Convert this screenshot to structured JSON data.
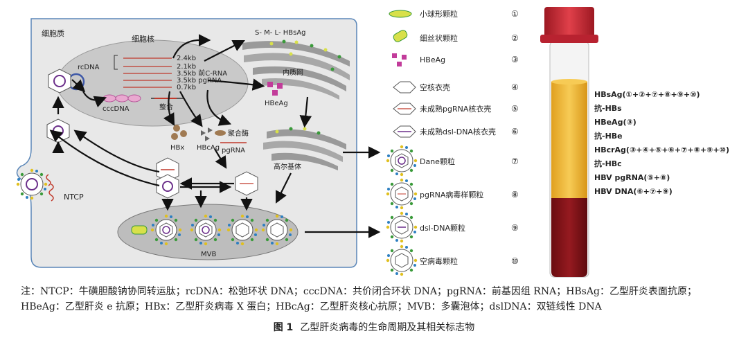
{
  "cell": {
    "cytoplasm_label": "细胞质",
    "nucleus_label": "细胞核",
    "rcdna_label": "rcDNA",
    "cccdna_label": "cccDNA",
    "integration_label": "整合",
    "transcripts": [
      "2.4kb",
      "2.1kb",
      "3.5kb 前C-RNA",
      "3.5kb pgRNA",
      "0.7kb"
    ],
    "surface_label": "S-  M-  L- HBsAg",
    "er_label": "内质网",
    "hbeag_label": "HBeAg",
    "hbx_label": "HBx",
    "hbcag_label": "HBcAg",
    "polymerase_label": "聚合酶",
    "pgrna_label": "pgRNA",
    "golgi_label": "高尔基体",
    "mvb_label": "MVB",
    "ntcp_label": "NTCP"
  },
  "legend": [
    {
      "label": "小球形颗粒",
      "num": "①"
    },
    {
      "label": "细丝状颗粒",
      "num": "②"
    },
    {
      "label": "HBeAg",
      "num": "③"
    },
    {
      "label": "空核衣壳",
      "num": "④"
    },
    {
      "label": "未成熟pgRNA核衣壳",
      "num": "⑤"
    },
    {
      "label": "未成熟dsl-DNA核衣壳",
      "num": "⑥"
    },
    {
      "label": "Dane颗粒",
      "num": "⑦"
    },
    {
      "label": "pgRNA病毒样颗粒",
      "num": "⑧"
    },
    {
      "label": "dsl-DNA颗粒",
      "num": "⑨"
    },
    {
      "label": "空病毒颗粒",
      "num": "⑩"
    }
  ],
  "markers": [
    "HBsAg(①+②+⑦+⑧+⑨+⑩)",
    "抗-HBs",
    "HBeAg(③)",
    "抗-HBe",
    "HBcrAg(③+④+⑤+⑥+⑦+⑧+⑨+⑩)",
    "抗-HBc",
    "HBV pgRNA(⑤+⑧)",
    "HBV DNA(⑥+⑦+⑨)"
  ],
  "note": "注：NTCP：牛磺胆酸钠协同转运肽；rcDNA：松弛环状 DNA；cccDNA：共价闭合环状 DNA；pgRNA：前基因组 RNA；HBsAg：乙型肝炎表面抗原；HBeAg：乙型肝炎 e 抗原；HBx：乙型肝炎病毒 X 蛋白；HBcAg：乙型肝炎核心抗原；MVB：多囊泡体；dslDNA：双链线性 DNA",
  "caption": {
    "fig": "图 1",
    "title": "乙型肝炎病毒的生命周期及其相关标志物"
  },
  "colors": {
    "cell_fill": "#e8e8e8",
    "nucleus_fill": "#c9c9c9",
    "tube_yellow": "#f2b531",
    "tube_red": "#8a1218",
    "cap_red": "#cc2a36",
    "hbeag": "#c23c9a",
    "hbsag_yellow": "#d8e04a",
    "hbsag_green": "#3a9a3a",
    "rna_line": "#c0392b"
  }
}
